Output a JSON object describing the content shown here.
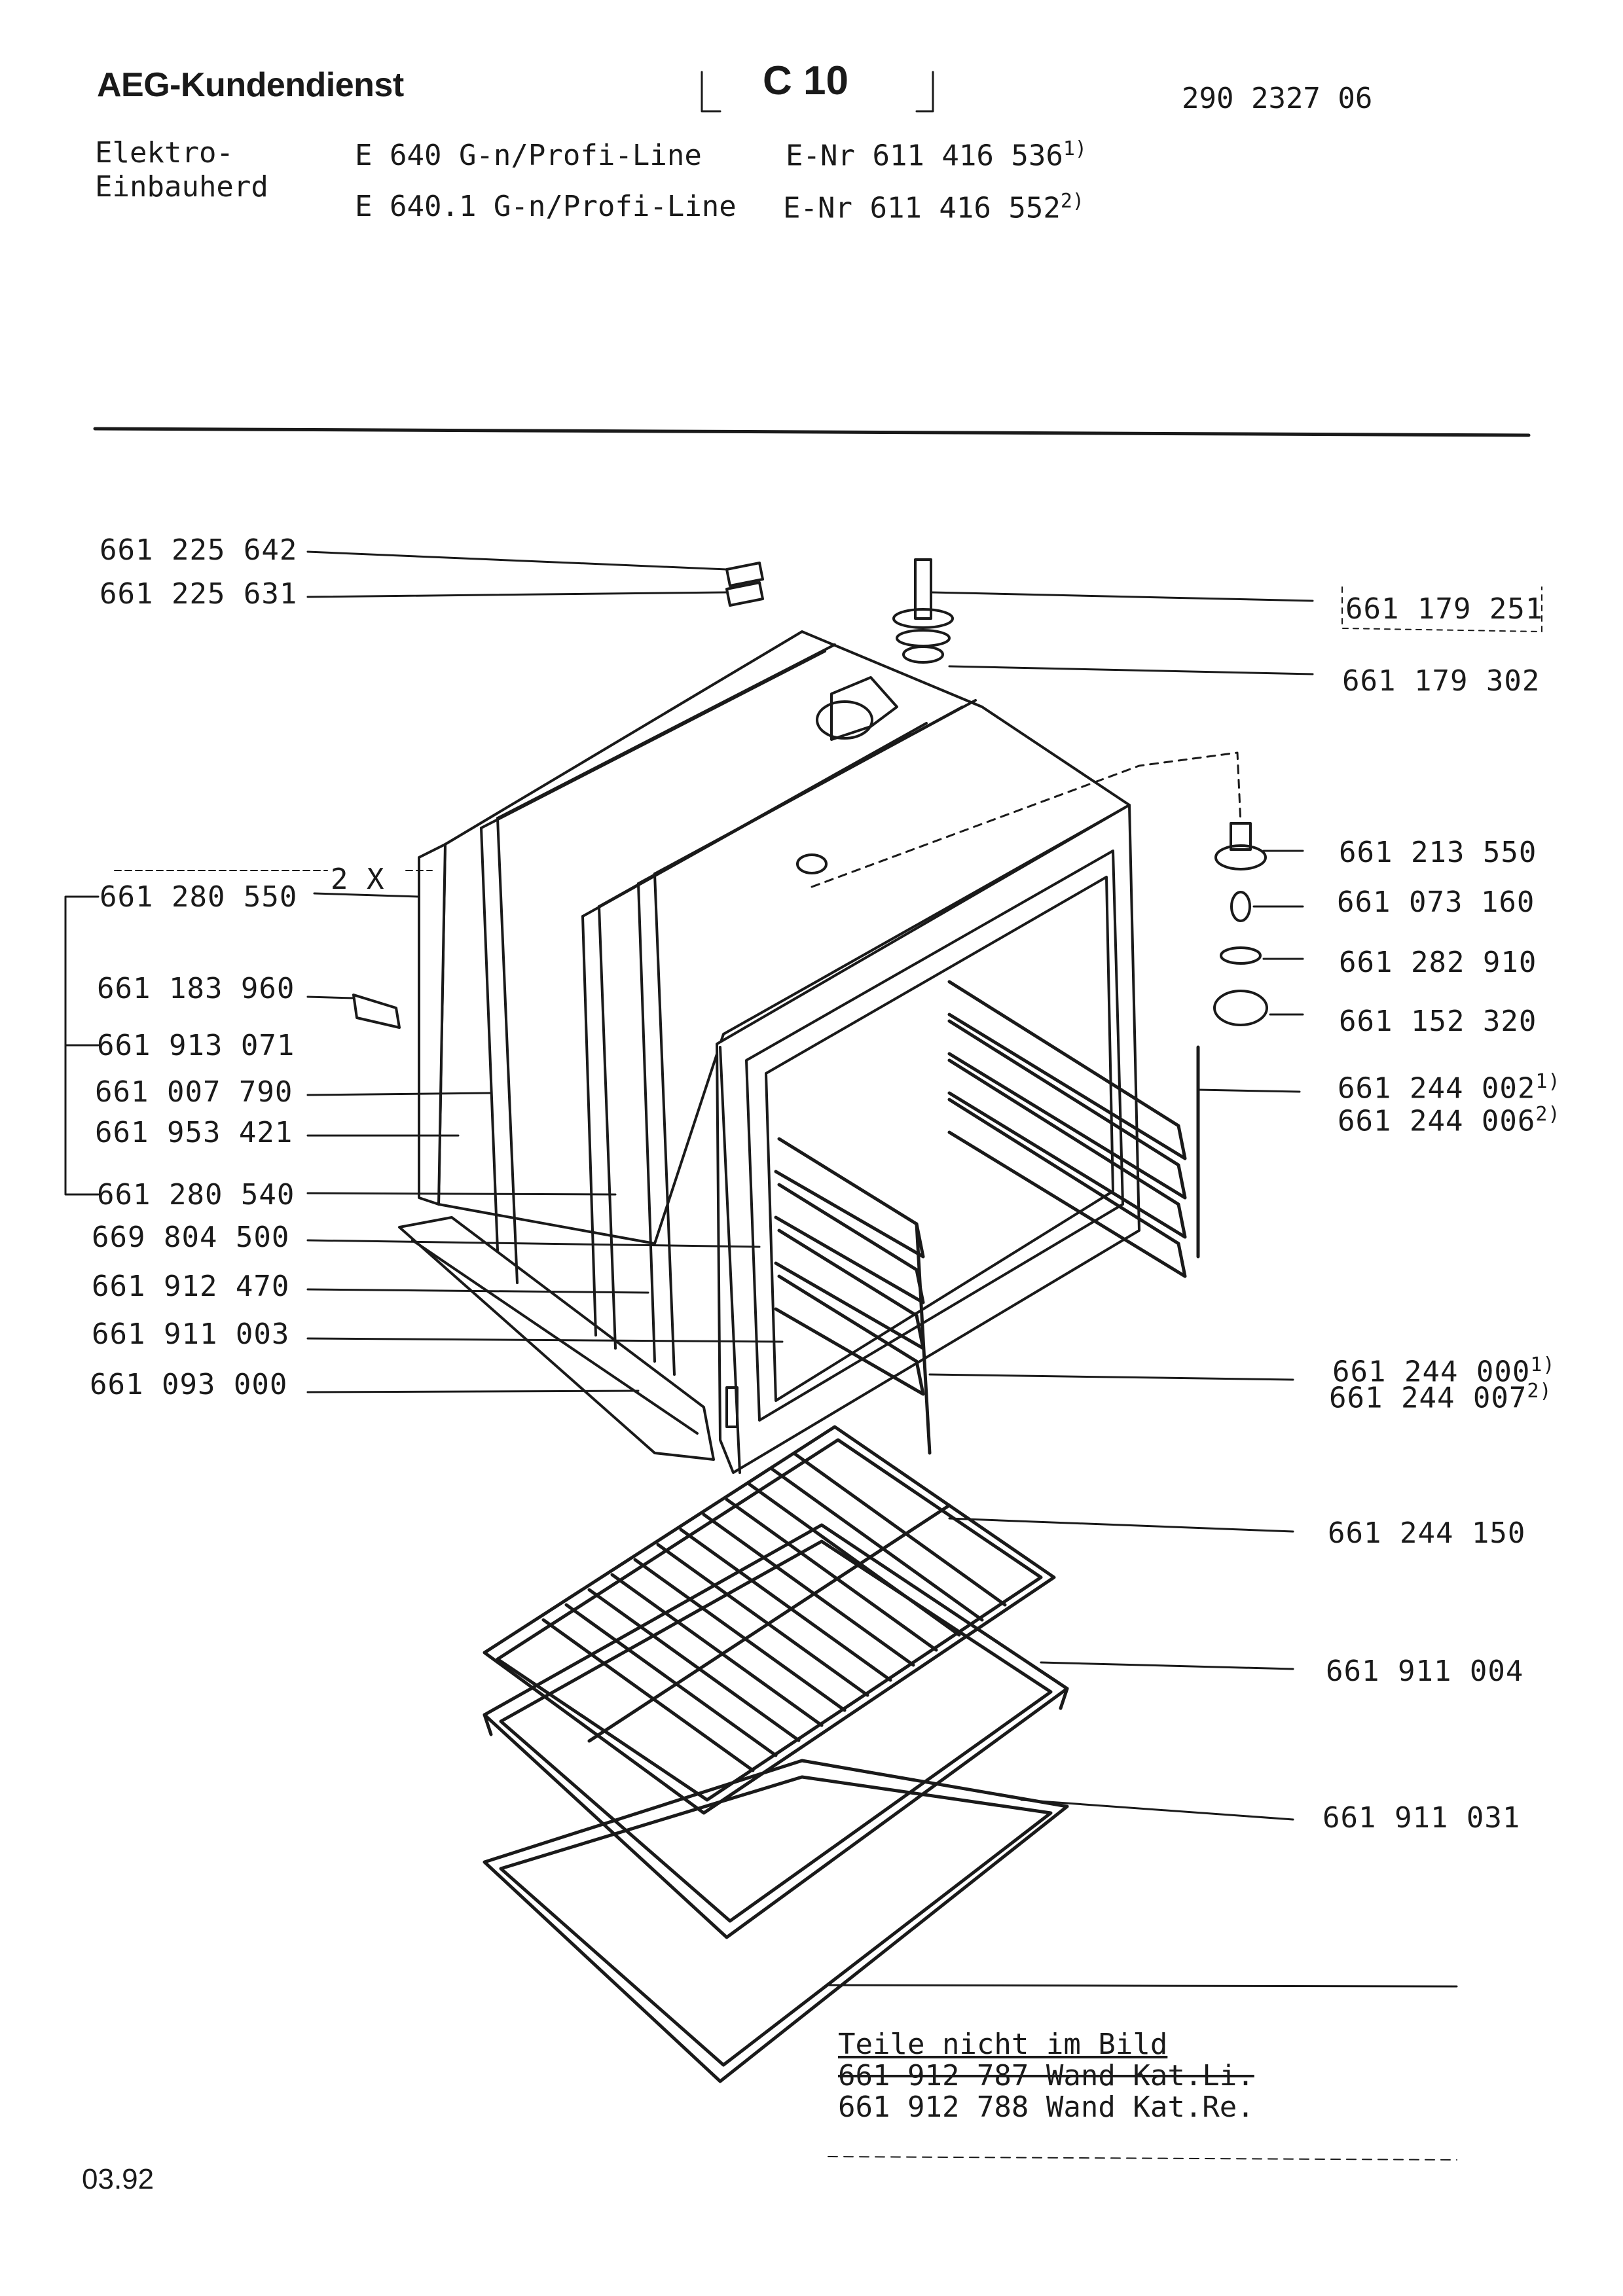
{
  "header": {
    "title": "AEG-Kundendienst",
    "code": "C 10",
    "doc_number": "290 2327 06",
    "appliance_line1": "Elektro-",
    "appliance_line2": "Einbauherd",
    "models": [
      {
        "name": "E  640 G-n/Profi-Line",
        "enr": "E-Nr 611 416 536",
        "note": "1)"
      },
      {
        "name": "E 640.1 G-n/Profi-Line",
        "enr": "E-Nr 611 416 552",
        "note": "2)"
      }
    ]
  },
  "parts_left": [
    "661 225 642",
    "661 225 631",
    "661 280 550",
    "661 183 960",
    "661 913 071",
    "661 007 790",
    "661 953 421",
    "661 280 540",
    "669 804 500",
    "661 912 470",
    "661 911 003",
    "661 093 000"
  ],
  "qty_label": "2 X",
  "parts_right": [
    {
      "pn": "661 179 251",
      "note": ""
    },
    {
      "pn": "661 179 302",
      "note": ""
    },
    {
      "pn": "661 213 550",
      "note": ""
    },
    {
      "pn": "661 073 160",
      "note": ""
    },
    {
      "pn": "661 282 910",
      "note": ""
    },
    {
      "pn": "661 152 320",
      "note": ""
    },
    {
      "pn": "661 244 002",
      "note": "1)"
    },
    {
      "pn": "661 244 006",
      "note": "2)"
    },
    {
      "pn": "661 244 000",
      "note": "1)"
    },
    {
      "pn": "661 244 007",
      "note": "2)"
    },
    {
      "pn": "661 244 150",
      "note": ""
    },
    {
      "pn": "661 911 004",
      "note": ""
    },
    {
      "pn": "661 911 031",
      "note": ""
    }
  ],
  "not_shown": {
    "heading": "Teile nicht im Bild",
    "items": [
      "661 912 787 Wand Kat.Li.",
      "661 912 788 Wand Kat.Re."
    ]
  },
  "date": "03.92"
}
